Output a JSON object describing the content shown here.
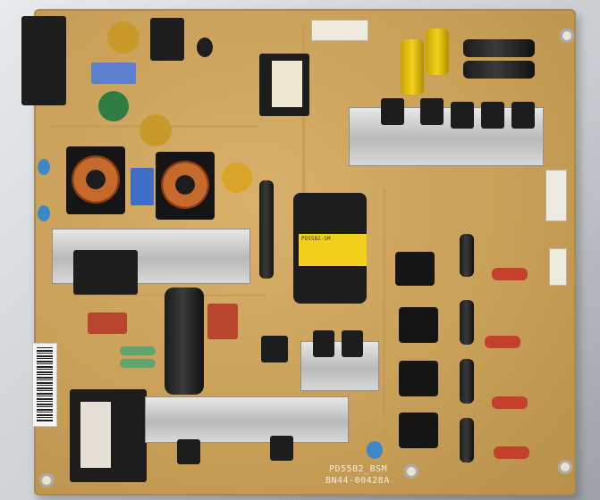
{
  "image": {
    "subject": "power-supply-circuit-board",
    "silkscreen": {
      "model_line1": "PD55B2_BSM",
      "model_line2": "BN44-00428A"
    },
    "component_marking": "PD55B2-SM"
  },
  "colors": {
    "pcb": "#c9a058",
    "heatsink": "#d1d1d1",
    "capacitor_black": "#1b1b1b",
    "capacitor_yellow": "#f2d21c",
    "coil_copper": "#c56a2c",
    "background": "#cfd3d6"
  }
}
